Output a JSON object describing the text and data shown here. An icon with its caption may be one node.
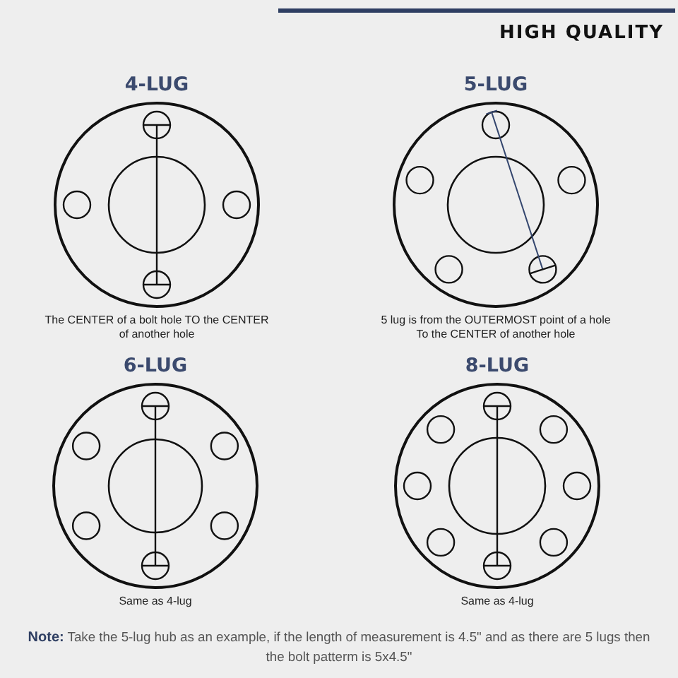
{
  "diagram": {
    "nodes": [
      {
        "text": [
          "4-LUG"
        ],
        "beside": [
          "The CENTER of a bolt hole TO the CENTER of another hole"
        ]
      },
      {
        "text": [
          "5-LUG"
        ],
        "beside": [
          "5 lug is from the OUTERMOST point of a hole To the CENTER of another hole"
        ]
      },
      {
        "text": [
          "6-LUG"
        ],
        "beside": [
          "Same as 4-lug"
        ]
      },
      {
        "text": [
          "8-LUG"
        ],
        "beside": [
          "Same as 4-lug"
        ]
      }
    ],
    "labels": [
      "HIGH QUALITY",
      "**Note:** Take the 5-lug hub as an example, if the length of measurement is 4.5\" and as there are 5 lugs then the bolt patterm is 5x4.5\""
    ]
  }
}
